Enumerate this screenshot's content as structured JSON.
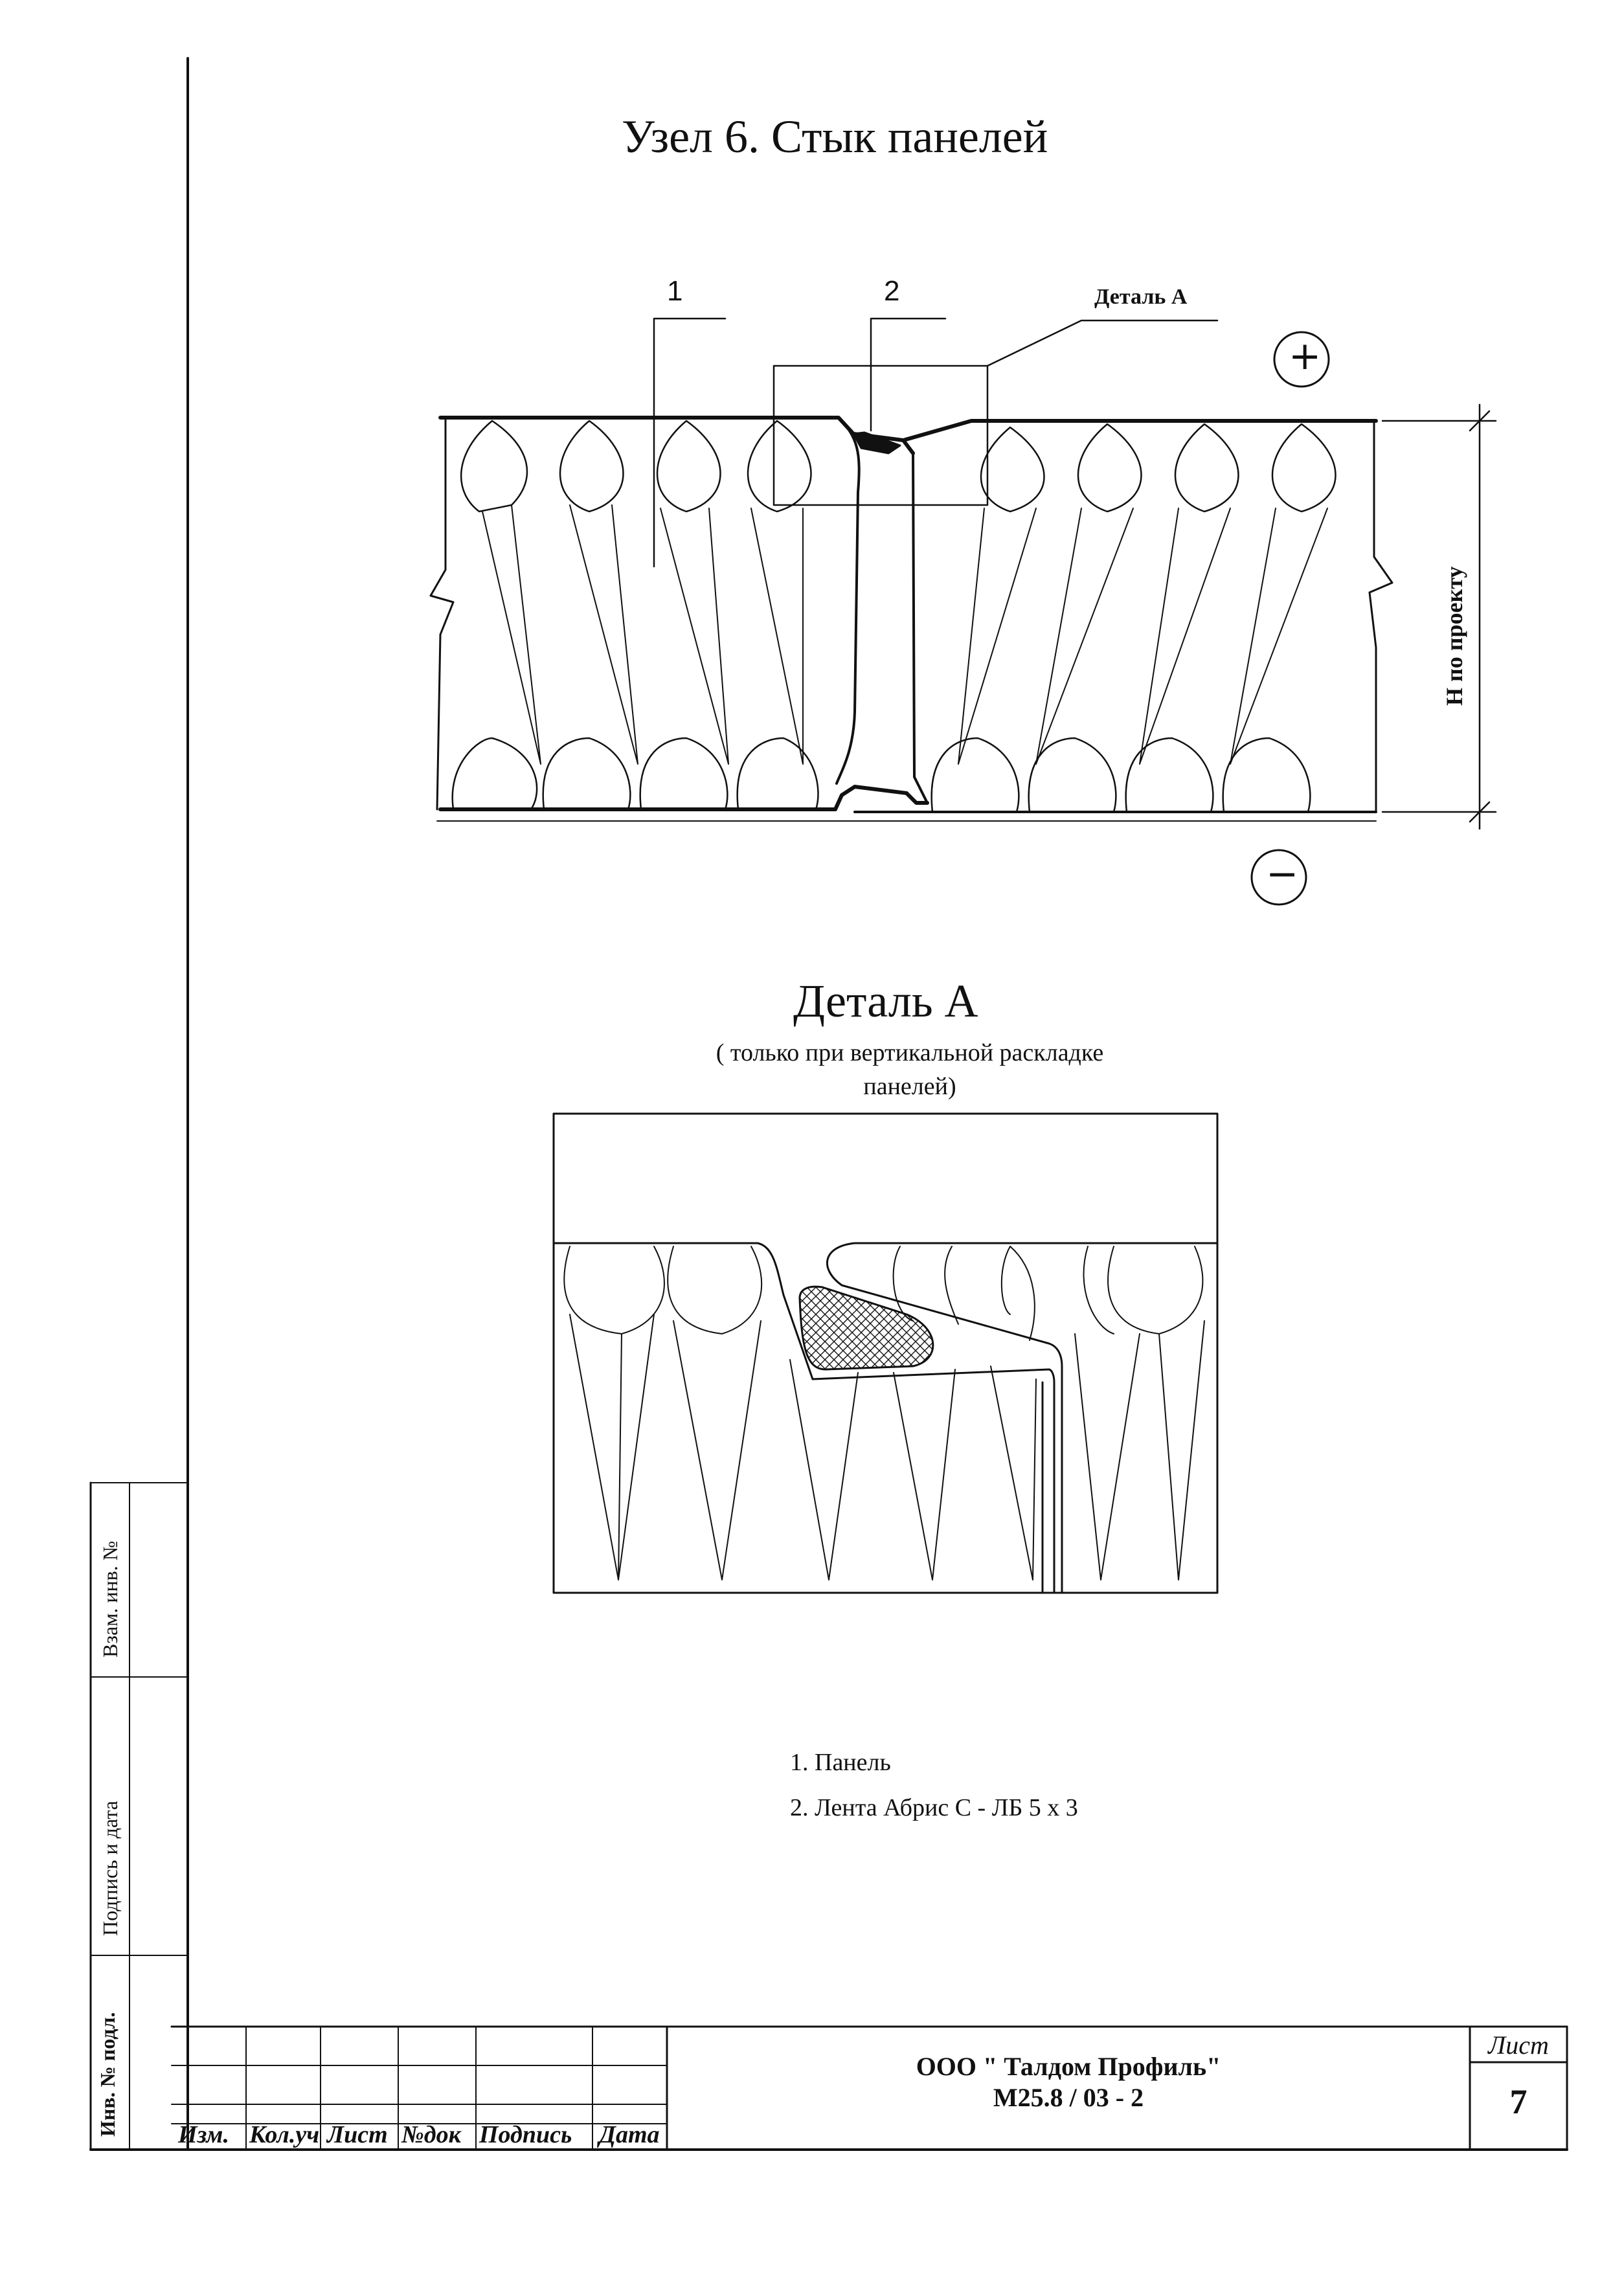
{
  "titles": {
    "main": "Узел 6. Стык панелей",
    "detail": "Деталь А",
    "detail_note": "( только при вертикальной раскладке панелей)"
  },
  "callouts": {
    "c1": "1",
    "c2": "2",
    "detail_ref": "Деталь А",
    "plus": "+",
    "minus": "−",
    "dimension": "Н по проекту"
  },
  "legend": {
    "items": [
      "1.  Панель",
      "2.  Лента Абрис С - ЛБ 5 х 3"
    ]
  },
  "side_stamp": {
    "replace_inv": "Взам. инв. №",
    "sign_date": "Подпись и дата",
    "inv_orig": "Инв. № подл."
  },
  "title_block": {
    "headers": [
      "Изм.",
      "Кол.уч",
      "Лист",
      "№док",
      "Подпись",
      "Дата"
    ],
    "company": "ООО \" Талдом  Профиль\"",
    "code": "М25.8 / 03 - 2",
    "sheet_label": "Лист",
    "sheet_number": "7"
  }
}
